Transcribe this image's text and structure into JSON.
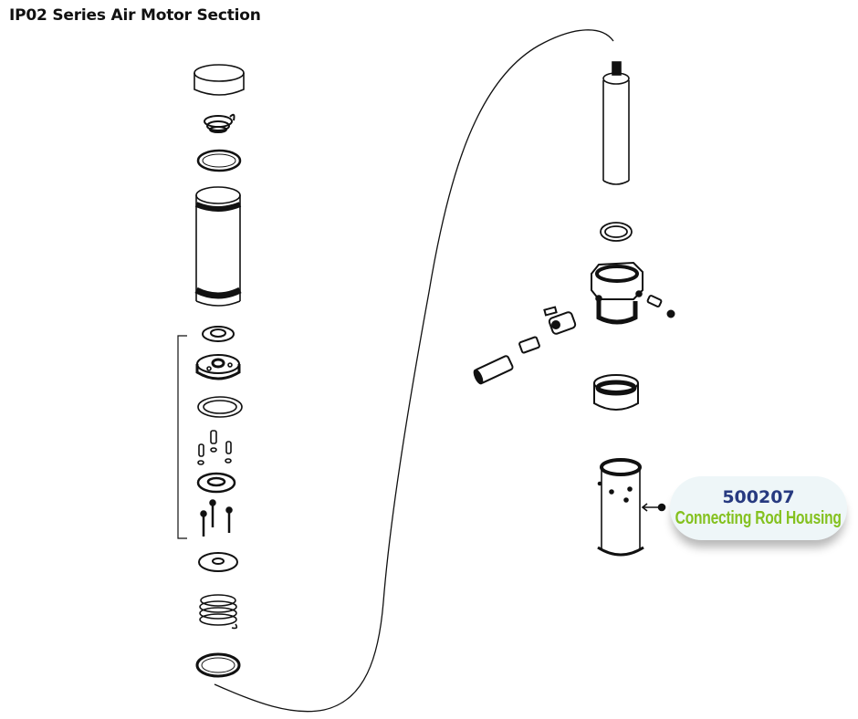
{
  "title": "IP02 Series Air Motor Section",
  "callout": {
    "part_number": "500207",
    "part_name": "Connecting Rod Housing",
    "colors": {
      "part_number": "#273a80",
      "part_name": "#84c11f",
      "background": "#eef6f8"
    }
  },
  "diagram": {
    "left_column_parts": [
      "top-cap",
      "wave-spring",
      "o-ring-top",
      "air-cylinder",
      "piston-seal-top",
      "piston",
      "o-ring-piston",
      "dowel-pins",
      "piston-plate",
      "bolts",
      "washer",
      "coil-spring",
      "o-ring-bottom"
    ],
    "right_column_parts": [
      "piston-rod",
      "o-ring-rod",
      "motor-base",
      "air-valve",
      "nipple-fitting",
      "quick-coupler",
      "bleed-fitting",
      "gland-nut",
      "connecting-rod-housing"
    ],
    "highlighted_part": "connecting-rod-housing"
  }
}
